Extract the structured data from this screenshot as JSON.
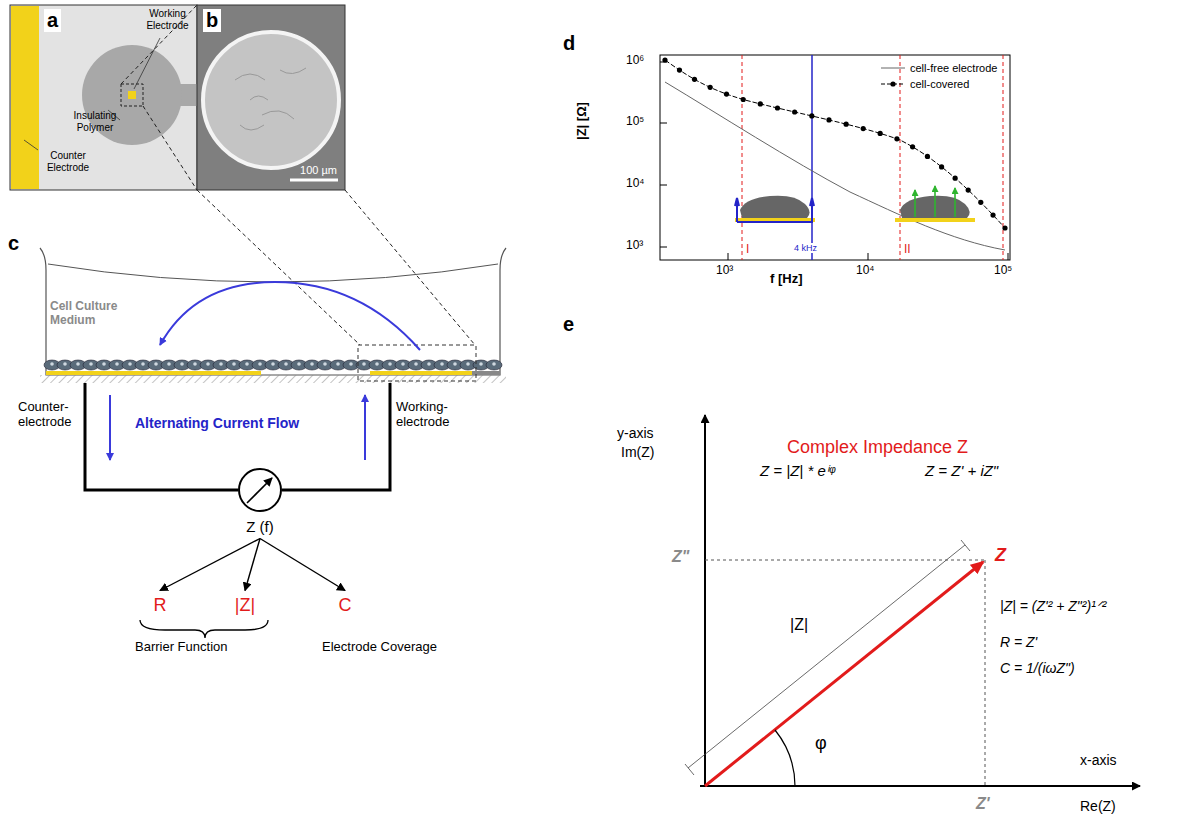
{
  "diagram": {
    "nodes": [
      {
        "text": [
          "a"
        ]
      },
      {
        "text": [
          "b",
          "100 µm"
        ]
      },
      {
        "text": [
          "Z (f)"
        ]
      },
      {
        "text": [
          "R"
        ]
      },
      {
        "text": [
          "|Z|"
        ]
      },
      {
        "text": [
          "C"
        ]
      }
    ],
    "edges": [
      {
        "from": 2,
        "to": 3,
        "arrow": "to"
      },
      {
        "from": 2,
        "to": 4,
        "arrow": "to"
      },
      {
        "from": 2,
        "to": 5,
        "arrow": "to"
      }
    ],
    "labels": [
      "Working Electrode",
      "Insulating Polymer",
      "Counter Electrode",
      "c",
      "Cell Culture Medium",
      "Counter-electrode",
      "Working-electrode",
      "Alternating Current Flow",
      "Barrier Function",
      "Electrode Coverage",
      "d",
      "10⁶",
      "10⁵",
      "10⁴",
      "10³",
      "10³",
      "10⁴",
      "10⁵",
      "|Z|  [Ω]",
      "f [Hz]",
      "4 kHz",
      "I",
      "II",
      "e",
      "y-axis",
      "Im(Z)",
      "Complex Impedance Z",
      "Z = |Z| * eⁱᵠ",
      "Z = Z' + iZ\"",
      "Z\"",
      "Z",
      "|Z|",
      "φ",
      "|Z| = (Z'² + Z\"²)¹ᐟ²",
      "R = Z'",
      "C = 1/(iωZ\")",
      "x-axis",
      "Re(Z)",
      "Z'"
    ],
    "legend": [
      {
        "text": "cell-free electrode"
      },
      {
        "text": "cell-covered"
      }
    ]
  }
}
